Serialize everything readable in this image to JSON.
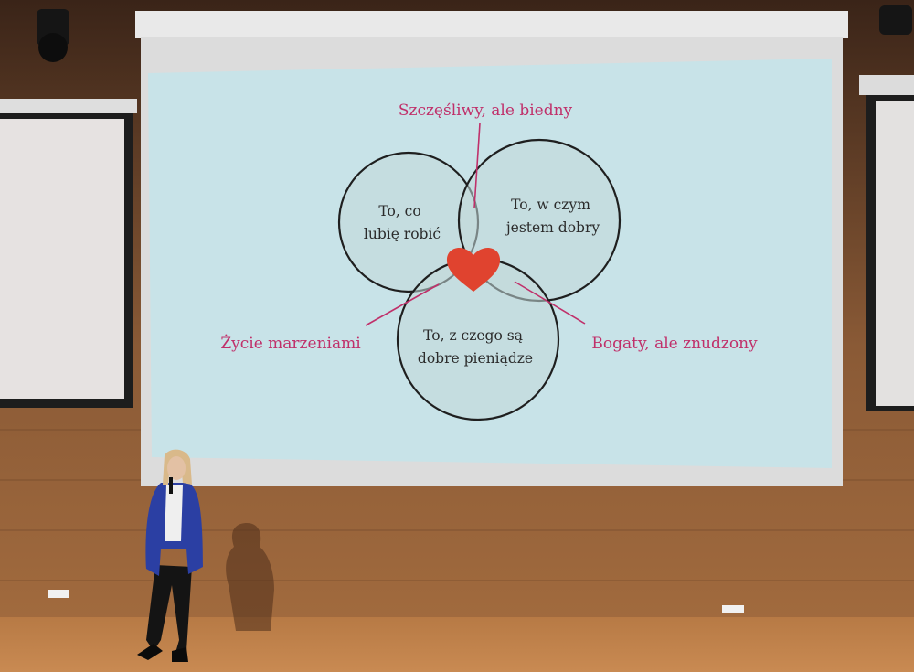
{
  "slide": {
    "background": "#c8e3e8",
    "circle_fill": "#c3d8d9",
    "circle_stroke": "#1f1f1f",
    "accent": "#c0306a",
    "heart": "#e0432f",
    "circles": [
      {
        "lines": [
          "To, co",
          "lubię robić"
        ]
      },
      {
        "lines": [
          "To, w czym",
          "jestem dobry"
        ]
      },
      {
        "lines": [
          "To, z czego są",
          "dobre pieniądze"
        ]
      }
    ],
    "annotations": {
      "top": "Szczęśliwy, ale biedny",
      "left": "Życie marzeniami",
      "right": "Bogaty, ale znudzony"
    }
  }
}
